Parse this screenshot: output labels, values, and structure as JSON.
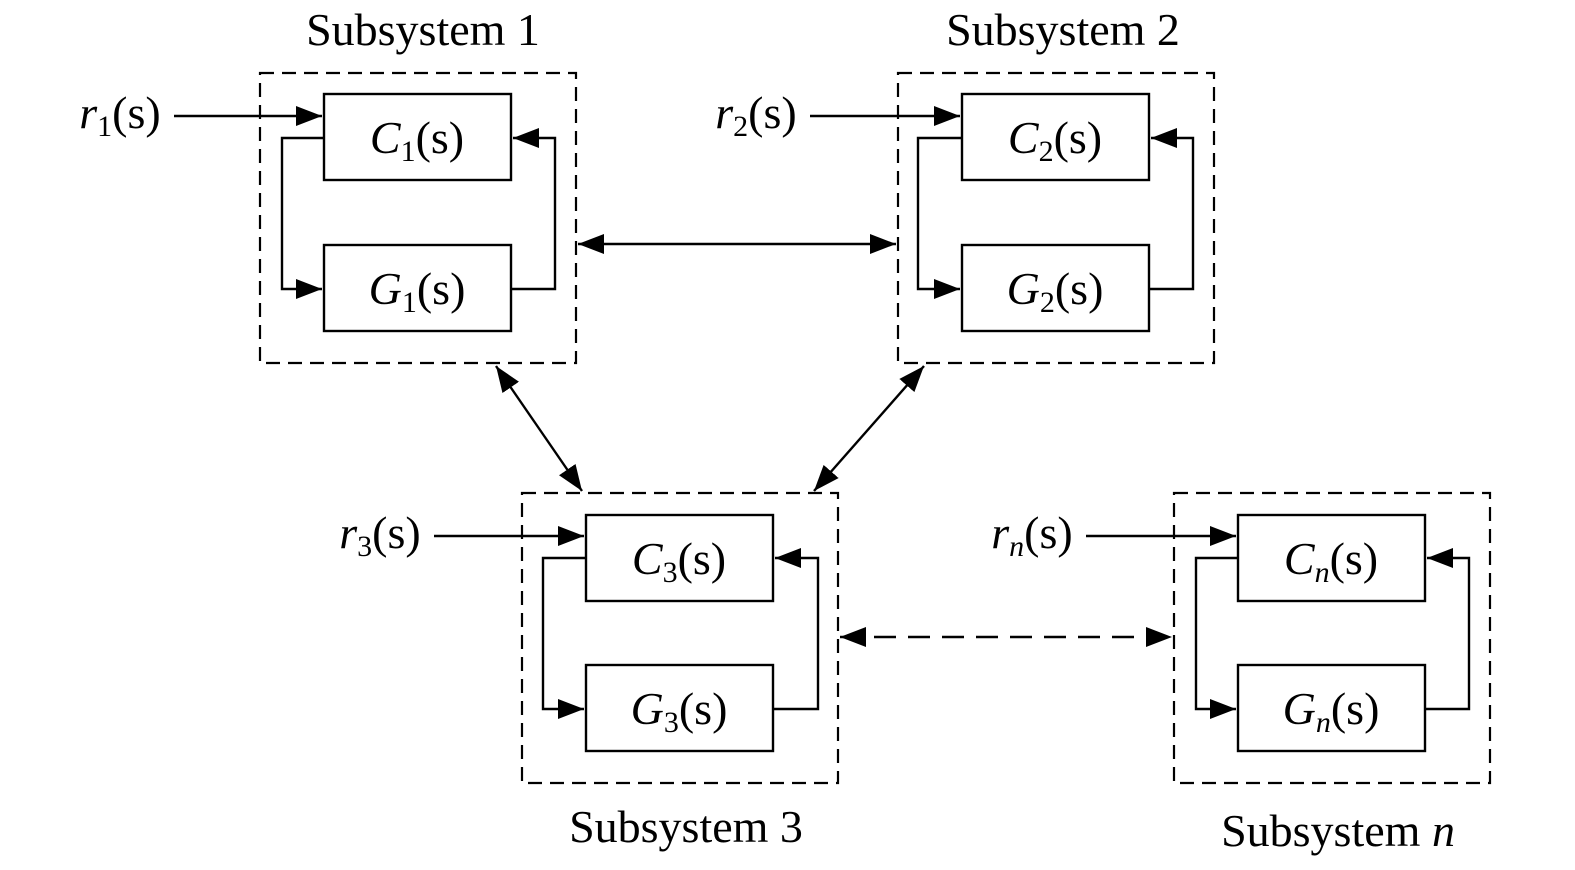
{
  "subsystems": [
    {
      "title": "Subsystem 1",
      "input": "r",
      "input_sub": "1",
      "controller": "C",
      "controller_sub": "1",
      "plant": "G",
      "plant_sub": "1",
      "arg": "(s)"
    },
    {
      "title": "Subsystem 2",
      "input": "r",
      "input_sub": "2",
      "controller": "C",
      "controller_sub": "2",
      "plant": "G",
      "plant_sub": "2",
      "arg": "(s)"
    },
    {
      "title": "Subsystem 3",
      "input": "r",
      "input_sub": "3",
      "controller": "C",
      "controller_sub": "3",
      "plant": "G",
      "plant_sub": "3",
      "arg": "(s)"
    },
    {
      "title_prefix": "Subsystem ",
      "title_var": "n",
      "input": "r",
      "input_sub": "n",
      "controller": "C",
      "controller_sub": "n",
      "plant": "G",
      "plant_sub": "n",
      "arg": "(s)"
    }
  ],
  "links": [
    {
      "from": "Subsystem 1",
      "to": "Subsystem 2",
      "style": "solid"
    },
    {
      "from": "Subsystem 1",
      "to": "Subsystem 3",
      "style": "solid"
    },
    {
      "from": "Subsystem 2",
      "to": "Subsystem 3",
      "style": "solid"
    },
    {
      "from": "Subsystem 3",
      "to": "Subsystem n",
      "style": "dashed"
    }
  ]
}
